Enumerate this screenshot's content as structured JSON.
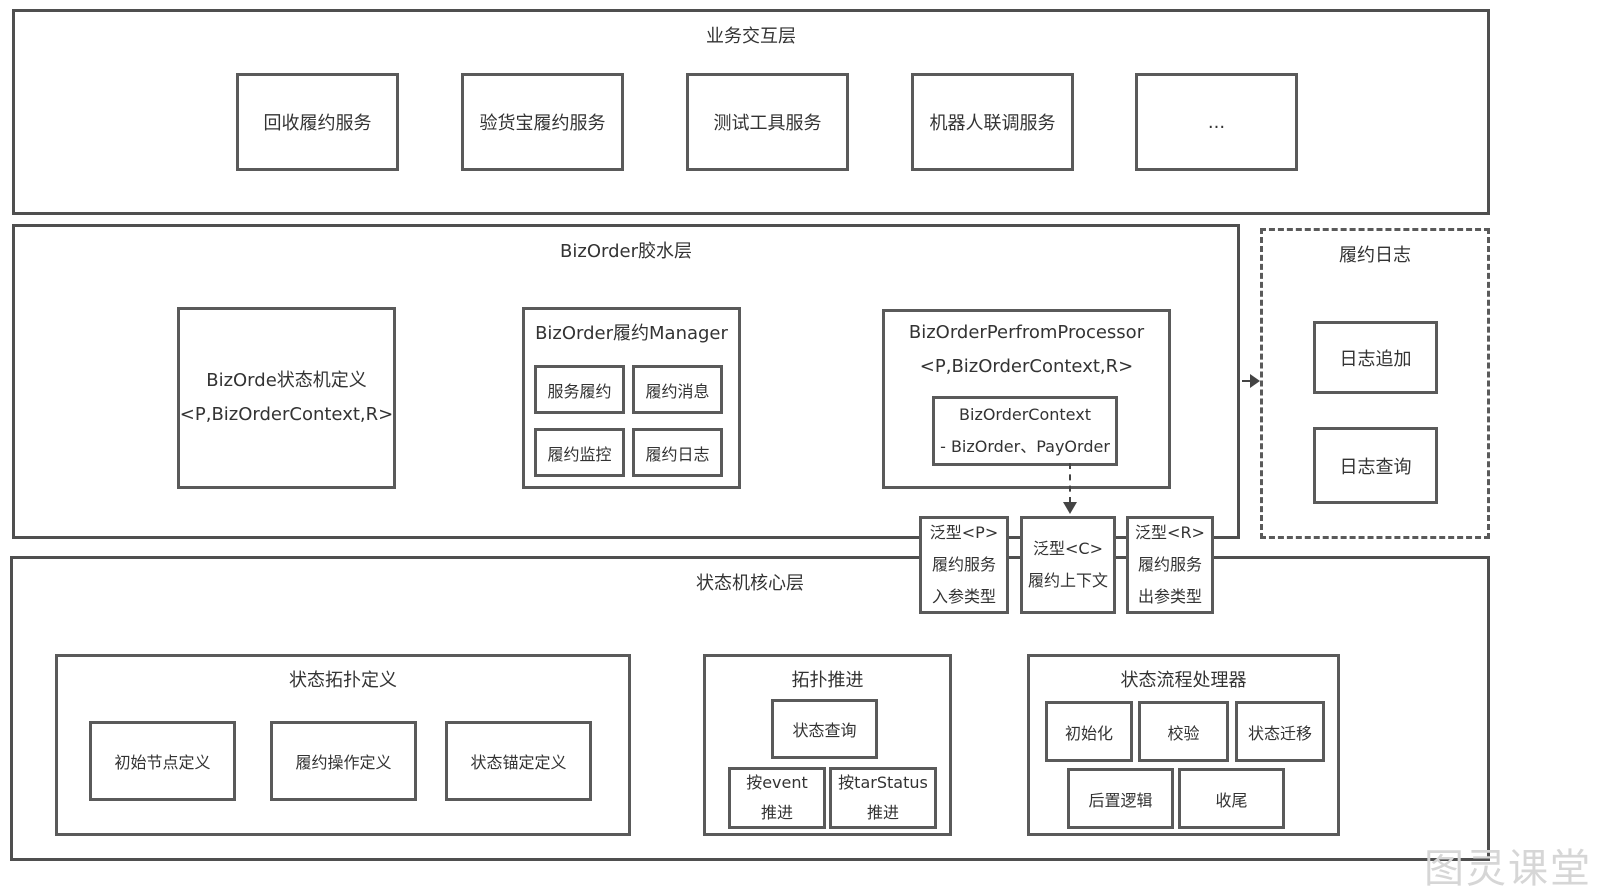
{
  "layer1": {
    "title": "业务交互层",
    "items": [
      "回收履约服务",
      "验货宝履约服务",
      "测试工具服务",
      "机器人联调服务",
      "..."
    ]
  },
  "layer2": {
    "title": "BizOrder胶水层",
    "state_def": {
      "line1": "BizOrde状态机定义",
      "line2": "<P,BizOrderContext,R>"
    },
    "manager": {
      "title": "BizOrder履约Manager",
      "items": [
        "服务履约",
        "履约消息",
        "履约监控",
        "履约日志"
      ]
    },
    "processor": {
      "title1": "BizOrderPerfromProcessor",
      "title2": "<P,BizOrderContext,R>",
      "context_line1": "BizOrderContext",
      "context_line2": "- BizOrder、PayOrder"
    }
  },
  "log": {
    "title": "履约日志",
    "items": [
      "日志追加",
      "日志查询"
    ]
  },
  "generics": {
    "p": [
      "泛型<P>",
      "履约服务",
      "入参类型"
    ],
    "c": [
      "泛型<C>",
      "履约上下文"
    ],
    "r": [
      "泛型<R>",
      "履约服务",
      "出参类型"
    ]
  },
  "layer3": {
    "title": "状态机核心层",
    "topology": {
      "title": "状态拓扑定义",
      "items": [
        "初始节点定义",
        "履约操作定义",
        "状态锚定定义"
      ]
    },
    "advance": {
      "title": "拓扑推进",
      "query": "状态查询",
      "by_event": [
        "按event",
        "推进"
      ],
      "by_status": [
        "按tarStatus",
        "推进"
      ]
    },
    "flow": {
      "title": "状态流程处理器",
      "items": [
        "初始化",
        "校验",
        "状态迁移",
        "后置逻辑",
        "收尾"
      ]
    }
  },
  "watermark": "图灵课堂"
}
